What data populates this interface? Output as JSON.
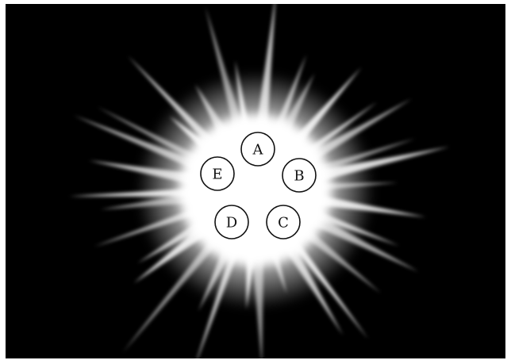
{
  "diagram": {
    "colors": {
      "background": "#000000",
      "burst": "#ffffff",
      "node_stroke": "#111111",
      "node_fill": "#ffffff",
      "label": "#111111"
    },
    "nodes": [
      {
        "id": "A",
        "label": "A"
      },
      {
        "id": "B",
        "label": "B"
      },
      {
        "id": "C",
        "label": "C"
      },
      {
        "id": "D",
        "label": "D"
      },
      {
        "id": "E",
        "label": "E"
      }
    ]
  }
}
